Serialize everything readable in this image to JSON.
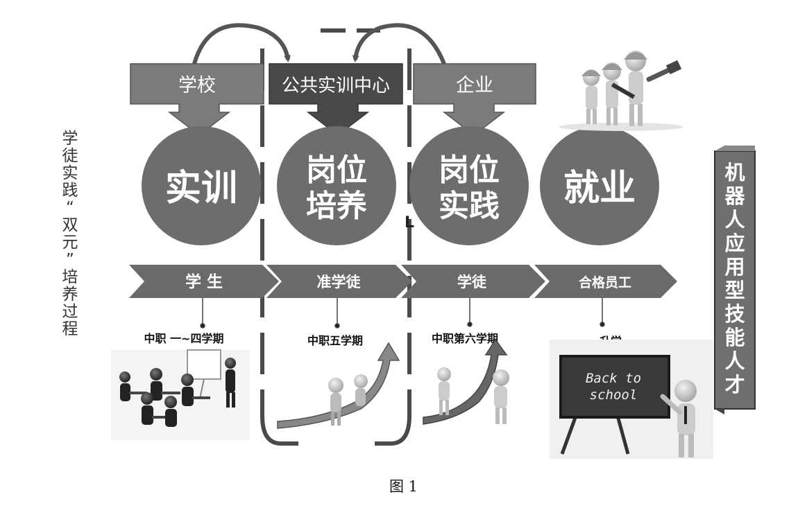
{
  "figure": {
    "side_title": "学徒实践“双元”培养过程",
    "side_title_chars": [
      "学",
      "徒",
      "实",
      "践",
      "“",
      "双",
      "元",
      "”",
      "培",
      "养",
      "过",
      "程"
    ],
    "right_banner": "机器人应用型技能人才",
    "right_banner_chars": [
      "机",
      "器",
      "人",
      "应",
      "用",
      "型",
      "技",
      "能",
      "人",
      "才"
    ],
    "caption": "图 1",
    "tiny_text": "L"
  },
  "entities": [
    {
      "label": "学校"
    },
    {
      "label": "公共实训中心"
    },
    {
      "label": "企业"
    }
  ],
  "stages": [
    {
      "circle_lines": [
        "实训"
      ],
      "role": "学 生",
      "period": "中职 一~四学期"
    },
    {
      "circle_lines": [
        "岗位",
        "培养"
      ],
      "role": "准学徒",
      "period": "中职五学期"
    },
    {
      "circle_lines": [
        "岗位",
        "实践"
      ],
      "role": "学徒",
      "period": "中职第六学期"
    },
    {
      "circle_lines": [
        "就业"
      ],
      "role": "合格员工",
      "period": "升学"
    }
  ],
  "board": {
    "lines": [
      "Back to",
      "school"
    ]
  },
  "colors": {
    "circle": "#6d6d6d",
    "banner": "#7a7a7a",
    "dark_banner": "#4a4a4a",
    "arrow": "#6a6a6a",
    "text_light": "#ffffff"
  }
}
